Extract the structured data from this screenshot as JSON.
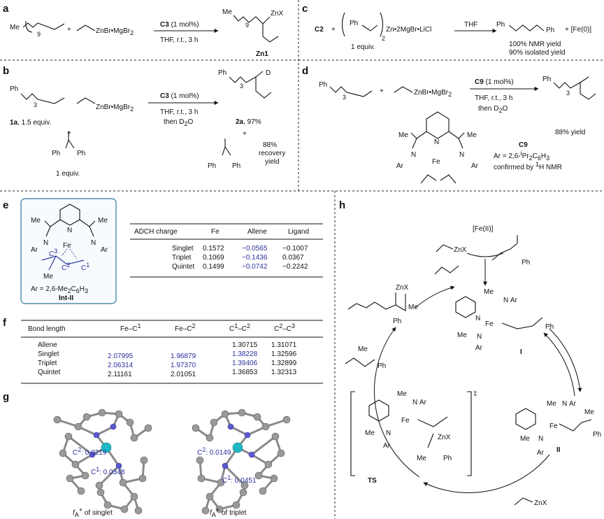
{
  "panel_labels": [
    "a",
    "b",
    "c",
    "d",
    "e",
    "f",
    "g",
    "h"
  ],
  "a": {
    "substrate_subscript": "9",
    "reagent": "ZnBr•MgBr",
    "reagent_sub": "2",
    "catalyst": "C3",
    "catalyst_load": " (1 mol%)",
    "conditions": "THF, r.t., 3 h",
    "product_group": "ZnX",
    "product_subscript": "9",
    "product_label": "Zn1"
  },
  "b": {
    "substrate_subscript": "3",
    "substrate_label": "1a",
    "substrate_equiv": ", 1.5 equiv.",
    "reagent": "ZnBr•MgBr",
    "reagent_sub": "2",
    "plus": "+",
    "additive_equiv": "1 equiv.",
    "catalyst": "C3",
    "catalyst_load": " (1 mol%)",
    "conditions_1": "THF, r.t., 3 h",
    "conditions_2": "then D",
    "conditions_2_sub": "2",
    "conditions_2_end": "O",
    "product_group": "D",
    "product_subscript": "3",
    "product_label": "2a",
    "product_yield": ", 97%",
    "recovery_1": "88%",
    "recovery_2": "recovery",
    "recovery_3": "yield"
  },
  "c": {
    "catalyst": "C2",
    "plus": "+",
    "reagent": "Zn•2MgBr•LiCl",
    "reagent_sub": "2",
    "reagent_equiv": "1 equiv.",
    "solvent": "THF",
    "byproduct": "+ [Fe(0)]",
    "yield_1": "100% NMR yield",
    "yield_2": "90% isolated yield"
  },
  "d": {
    "substrate_subscript": "3",
    "reagent": "ZnBr•MgBr",
    "reagent_sub": "2",
    "catalyst": "C9",
    "catalyst_load": " (1 mol%)",
    "conditions_1": "THF, r.t., 3 h",
    "conditions_2": "then D",
    "conditions_2_sub": "2",
    "conditions_2_end": "O",
    "product_subscript": "3",
    "yield": "88% yield",
    "complex_label": "C9",
    "complex_ar": "Ar = 2,6-",
    "complex_ar_sup": "i",
    "complex_ar_end": "Pr",
    "complex_ar_sub1": "2",
    "complex_ar_c6": "C",
    "complex_ar_sub2": "6",
    "complex_ar_h": "H",
    "complex_ar_sub3": "3",
    "complex_note": "confirmed by ",
    "complex_note_sup": "1",
    "complex_note_end": "H NMR"
  },
  "e": {
    "structure_ar": "Ar = 2,6-Me",
    "structure_ar_sub1": "2",
    "structure_ar_c": "C",
    "structure_ar_sub2": "6",
    "structure_ar_h": "H",
    "structure_ar_sub3": "3",
    "structure_label": "Int-II",
    "table": {
      "headers": [
        "ADCH charge",
        "Fe",
        "Allene",
        "Ligand"
      ],
      "rows": [
        [
          "Singlet",
          "0.1572",
          "−0.0565",
          "−0.1007"
        ],
        [
          "Triplet",
          "0.1069",
          "−0.1436",
          "0.0367"
        ],
        [
          "Quintet",
          "0.1499",
          "−0.0742",
          "−0.2242"
        ]
      ]
    }
  },
  "f": {
    "headers": [
      "Bond length",
      "Fe–C",
      "Fe–C",
      "C",
      "C"
    ],
    "header_parts": {
      "fe_c1_sup": "1",
      "fe_c2_sup": "2",
      "c1c2_a": "1",
      "c1c2_dash": "–C",
      "c1c2_b": "2",
      "c2c3_a": "2",
      "c2c3_dash": "–C",
      "c2c3_b": "3"
    },
    "rows": [
      [
        "Allene",
        "",
        "",
        "1.30715",
        "1.31071"
      ],
      [
        "Singlet",
        "2.07995",
        "1.96879",
        "1.38228",
        "1.32596"
      ],
      [
        "Triplet",
        "2.06314",
        "1.97370",
        "1.39406",
        "1.32899"
      ],
      [
        "Quintet",
        "2.11161",
        "2.01051",
        "1.36853",
        "1.32313"
      ]
    ]
  },
  "g": {
    "left_c2": "C",
    "left_c2_sup": "2",
    "left_c2_val": ": 0.0219",
    "left_c1": "C",
    "left_c1_sup": "1",
    "left_c1_val": ": 0.0348",
    "left_caption_f": "f",
    "left_caption_sub": "A",
    "left_caption_sup": "+",
    "left_caption_end": " of singlet",
    "right_c2": "C",
    "right_c2_sup": "2",
    "right_c2_val": ": 0.0149",
    "right_c1": "C",
    "right_c1_sup": "1",
    "right_c1_val": ": 0.0451",
    "right_caption_f": "f",
    "right_caption_sub": "A",
    "right_caption_sup": "+",
    "right_caption_end": " of triplet"
  },
  "h": {
    "fe_source": "[Fe(II)]",
    "top_reagent": "ZnX",
    "product_group": "ZnX",
    "intermediate_1": "I",
    "intermediate_2": "II",
    "ts_label": "TS",
    "ts_dagger": "‡",
    "bottom_reagent": "ZnX",
    "allene_ph": "Ph"
  },
  "atoms": {
    "me": "Me",
    "ph": "Ph",
    "ar": "Ar",
    "n": "N",
    "fe": "Fe",
    "d": "D",
    "c": "C",
    "sup1": "1",
    "sup2": "2",
    "sup3": "3",
    "znx": "ZnX"
  }
}
